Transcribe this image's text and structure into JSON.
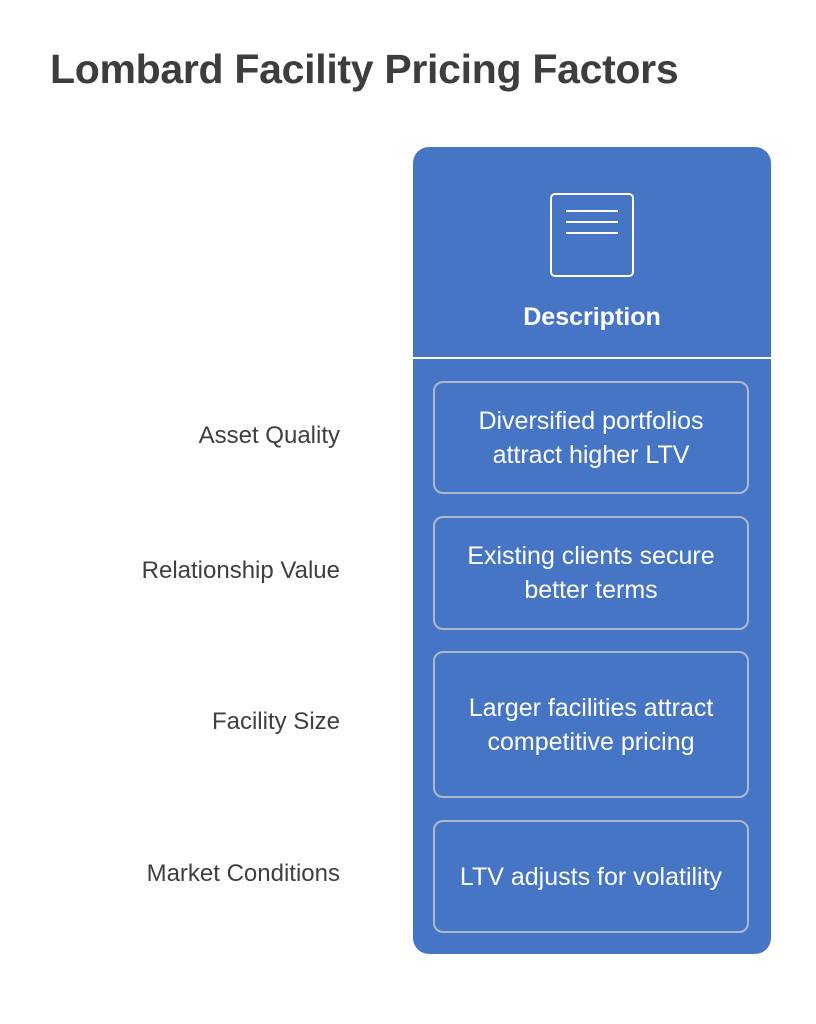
{
  "title": "Lombard Facility Pricing Factors",
  "column": {
    "header": "Description",
    "icon": "document-icon"
  },
  "factors": [
    {
      "label": "Asset Quality",
      "description": "Diversified portfolios attract higher LTV"
    },
    {
      "label": "Relationship Value",
      "description": "Existing clients secure better terms"
    },
    {
      "label": "Facility Size",
      "description": "Larger facilities attract competitive pricing"
    },
    {
      "label": "Market Conditions",
      "description": "LTV adjusts for volatility"
    }
  ],
  "colors": {
    "column_fill": "#4775c6",
    "box_border": "#aeb8c9",
    "title_text": "#3d3d3d",
    "label_text": "#3f3f3f"
  }
}
